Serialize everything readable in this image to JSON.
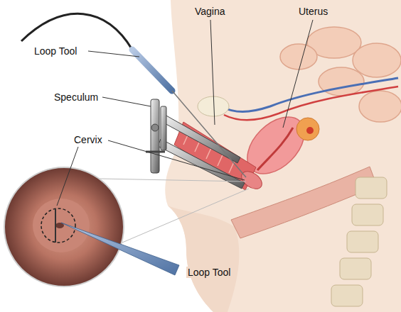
{
  "diagram": {
    "labels": [
      "Vagina",
      "Uterus",
      "Loop Tool",
      "Speculum",
      "Cervix",
      "Loop Tool"
    ]
  }
}
